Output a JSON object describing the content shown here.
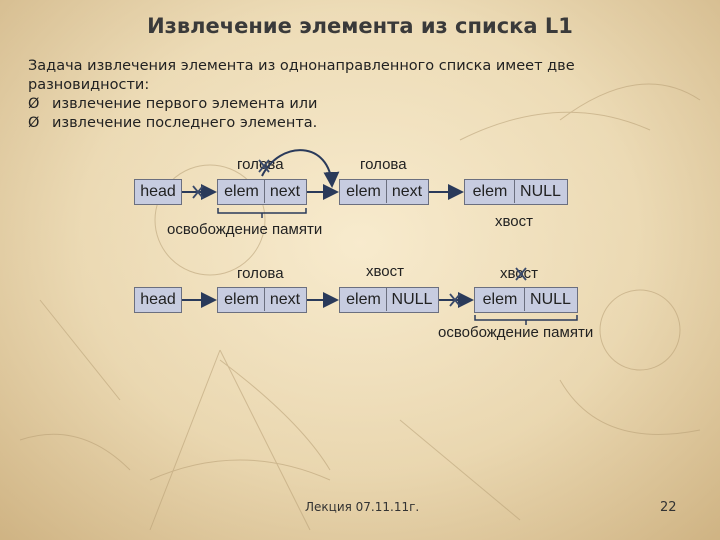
{
  "slide": {
    "title": "Извлечение элемента из списка L1",
    "intro_line1": "Задача извлечения элемента из однонаправленного списка имеет две",
    "intro_line2": "разновидности:",
    "bullets": [
      "извлечение первого элемента или",
      "извлечение последнего элемента."
    ],
    "bullet_mark": "Ø",
    "footer": "Лекция 07.11.11г.",
    "page_number": "22"
  },
  "diagram1": {
    "head": "head",
    "nodes": [
      {
        "elem": "elem",
        "link": "next",
        "label_above": "голова"
      },
      {
        "elem": "elem",
        "link": "next",
        "label_above": "голова"
      },
      {
        "elem": "elem",
        "link": "NULL",
        "label_below": "хвост"
      }
    ],
    "brace_label": "освобождение памяти"
  },
  "diagram2": {
    "head": "head",
    "nodes": [
      {
        "elem": "elem",
        "link": "next",
        "label_above": "голова"
      },
      {
        "elem": "elem",
        "link": "NULL",
        "label_above": "хвост"
      },
      {
        "elem": "elem",
        "link": "NULL",
        "label_above": "хвост"
      }
    ],
    "brace_label": "освобождение памяти"
  },
  "colors": {
    "box_fill": "#c7cce0",
    "box_border": "#6b6f7f",
    "arrow": "#2a3a5a",
    "cross": "#3a4a6a"
  }
}
